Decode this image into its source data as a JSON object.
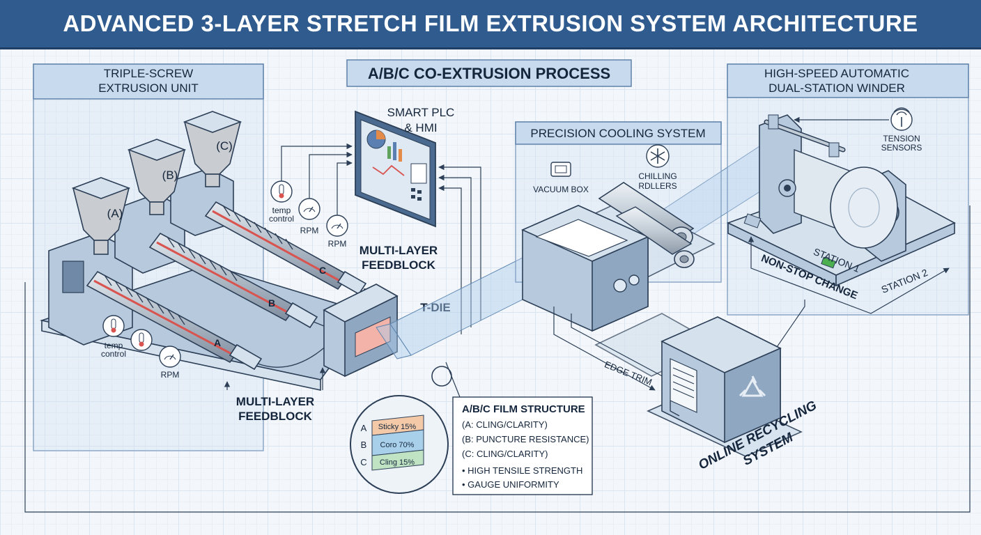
{
  "title": "ADVANCED 3-LAYER STRETCH FILM EXTRUSION SYSTEM ARCHITECTURE",
  "process_banner": "A/B/C CO-EXTRUSION PROCESS",
  "extrusion_unit": {
    "title_line1": "TRIPLE-SCREW",
    "title_line2": "EXTRUSION UNIT",
    "hoppers": [
      "(A)",
      "(B)",
      "(C)"
    ],
    "barrel_labels": [
      "A",
      "B",
      "C"
    ],
    "temp_label_1": "temp",
    "temp_label_2": "control",
    "rpm_label": "RPM",
    "gauge_text": "RPM"
  },
  "plc": {
    "title_line1": "SMART PLC",
    "title_line2": "& HMI"
  },
  "feedblock_top": {
    "line1": "MULTI-LAYER",
    "line2": "FEEDBLOCK"
  },
  "feedblock_bottom": {
    "line1": "MULTI-LAYER",
    "line2": "FEEDBLOCK"
  },
  "tdie": "T-DIE",
  "cooling": {
    "title": "PRECISION COOLING SYSTEM",
    "vacuum_box": "VACUUM BOX",
    "chilling_line1": "CHILLING",
    "chilling_line2": "RDLLERS"
  },
  "winder": {
    "title_line1": "HIGH-SPEED AUTOMATIC",
    "title_line2": "DUAL-STATION WINDER",
    "tension_line1": "TENSION",
    "tension_line2": "SENSORS",
    "station1": "STATION 1",
    "station2": "STATION 2",
    "nonstop": "NON-STOP CHANGE"
  },
  "edge_trim": "EDGE TRIM",
  "recycling": {
    "line1": "ONLINE RECYCLING",
    "line2": "SYSTEM"
  },
  "film_structure": {
    "title": "A/B/C FILM STRUCTURE",
    "lines": [
      "(A: CLING/CLARITY)",
      "(B: PUNCTURE RESISTANCE)",
      "(C: CLING/CLARITY)"
    ],
    "bullets": [
      "• HIGH TENSILE STRENGTH",
      "• GAUGE UNIFORMITY"
    ],
    "layer_letters": [
      "A",
      "B",
      "C"
    ],
    "layers": [
      "Sticky 15%",
      "Coro 70%",
      "Cling 15%"
    ]
  },
  "colors": {
    "title_bar": "#2f5b8f",
    "heater_red": "#d9534f",
    "layer_a": "#f3c9a8",
    "layer_b": "#a9d0ea",
    "layer_c": "#bfe3c3",
    "status_green": "#4caf50"
  }
}
